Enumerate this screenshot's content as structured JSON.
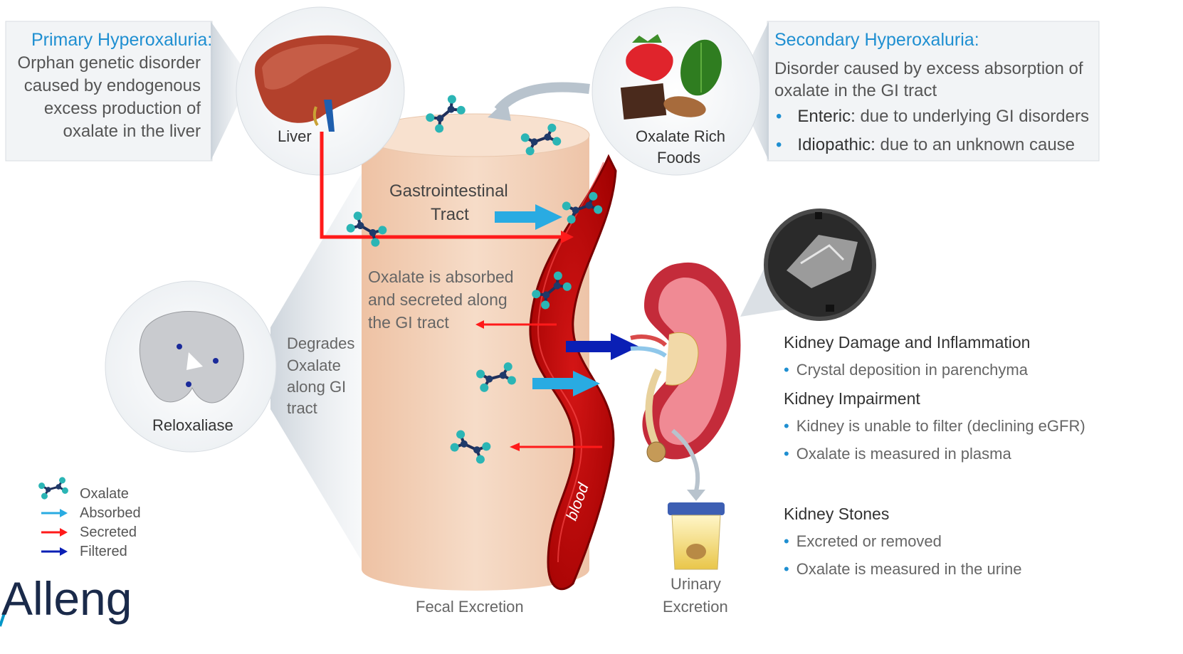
{
  "primary": {
    "title": "Primary Hyperoxaluria:",
    "lines": [
      "Orphan genetic disorder",
      "caused by endogenous",
      "excess production of",
      "oxalate in the liver"
    ]
  },
  "secondary": {
    "title": "Secondary Hyperoxaluria:",
    "lines": [
      "Disorder caused by excess absorption of",
      "oxalate in the GI tract"
    ],
    "bullets": [
      {
        "term": "Enteric:",
        "text": " due to underlying GI disorders"
      },
      {
        "term": "Idiopathic:",
        "text": " due to an unknown cause"
      }
    ]
  },
  "liver_label": "Liver",
  "foods_label_1": "Oxalate Rich",
  "foods_label_2": "Foods",
  "gi_label_1": "Gastrointestinal",
  "gi_label_2": "Tract",
  "gi_desc": [
    "Oxalate is absorbed",
    "and secreted along",
    "the GI tract"
  ],
  "enzyme_label": "Reloxaliase",
  "enzyme_desc": [
    "Degrades",
    "Oxalate",
    "along GI",
    "tract"
  ],
  "blood_label": "blood",
  "fecal_label": "Fecal Excretion",
  "urinary_1": "Urinary",
  "urinary_2": "Excretion",
  "legend": {
    "oxalate": "Oxalate",
    "absorbed": "Absorbed",
    "secreted": "Secreted",
    "filtered": "Filtered"
  },
  "kidney": {
    "damage_title": "Kidney Damage and Inflammation",
    "damage_items": [
      "Crystal deposition in parenchyma"
    ],
    "impair_title": "Kidney Impairment",
    "impair_items": [
      "Kidney is unable to filter (declining eGFR)",
      "Oxalate is measured in plasma"
    ],
    "stones_title": "Kidney Stones",
    "stones_items": [
      "Excreted or removed",
      "Oxalate is measured in the urine"
    ]
  },
  "logo_text": "Alleng",
  "colors": {
    "absorbed": "#29abe2",
    "secreted": "#ff1a1a",
    "filtered": "#0a1fb5",
    "title_blue": "#1f8fd1",
    "blood": "#c00000",
    "gi_tube": "#f3d2bb"
  }
}
